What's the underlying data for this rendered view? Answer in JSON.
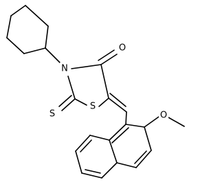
{
  "molecule": {
    "atoms": {
      "carbonyl_oxygen": "O",
      "ring_nitrogen": "N",
      "ring_sulfur": "S",
      "thione_sulfur": "S",
      "methoxy_oxygen": "O"
    },
    "colors": {
      "bond": "#000000",
      "background": "#ffffff"
    }
  }
}
